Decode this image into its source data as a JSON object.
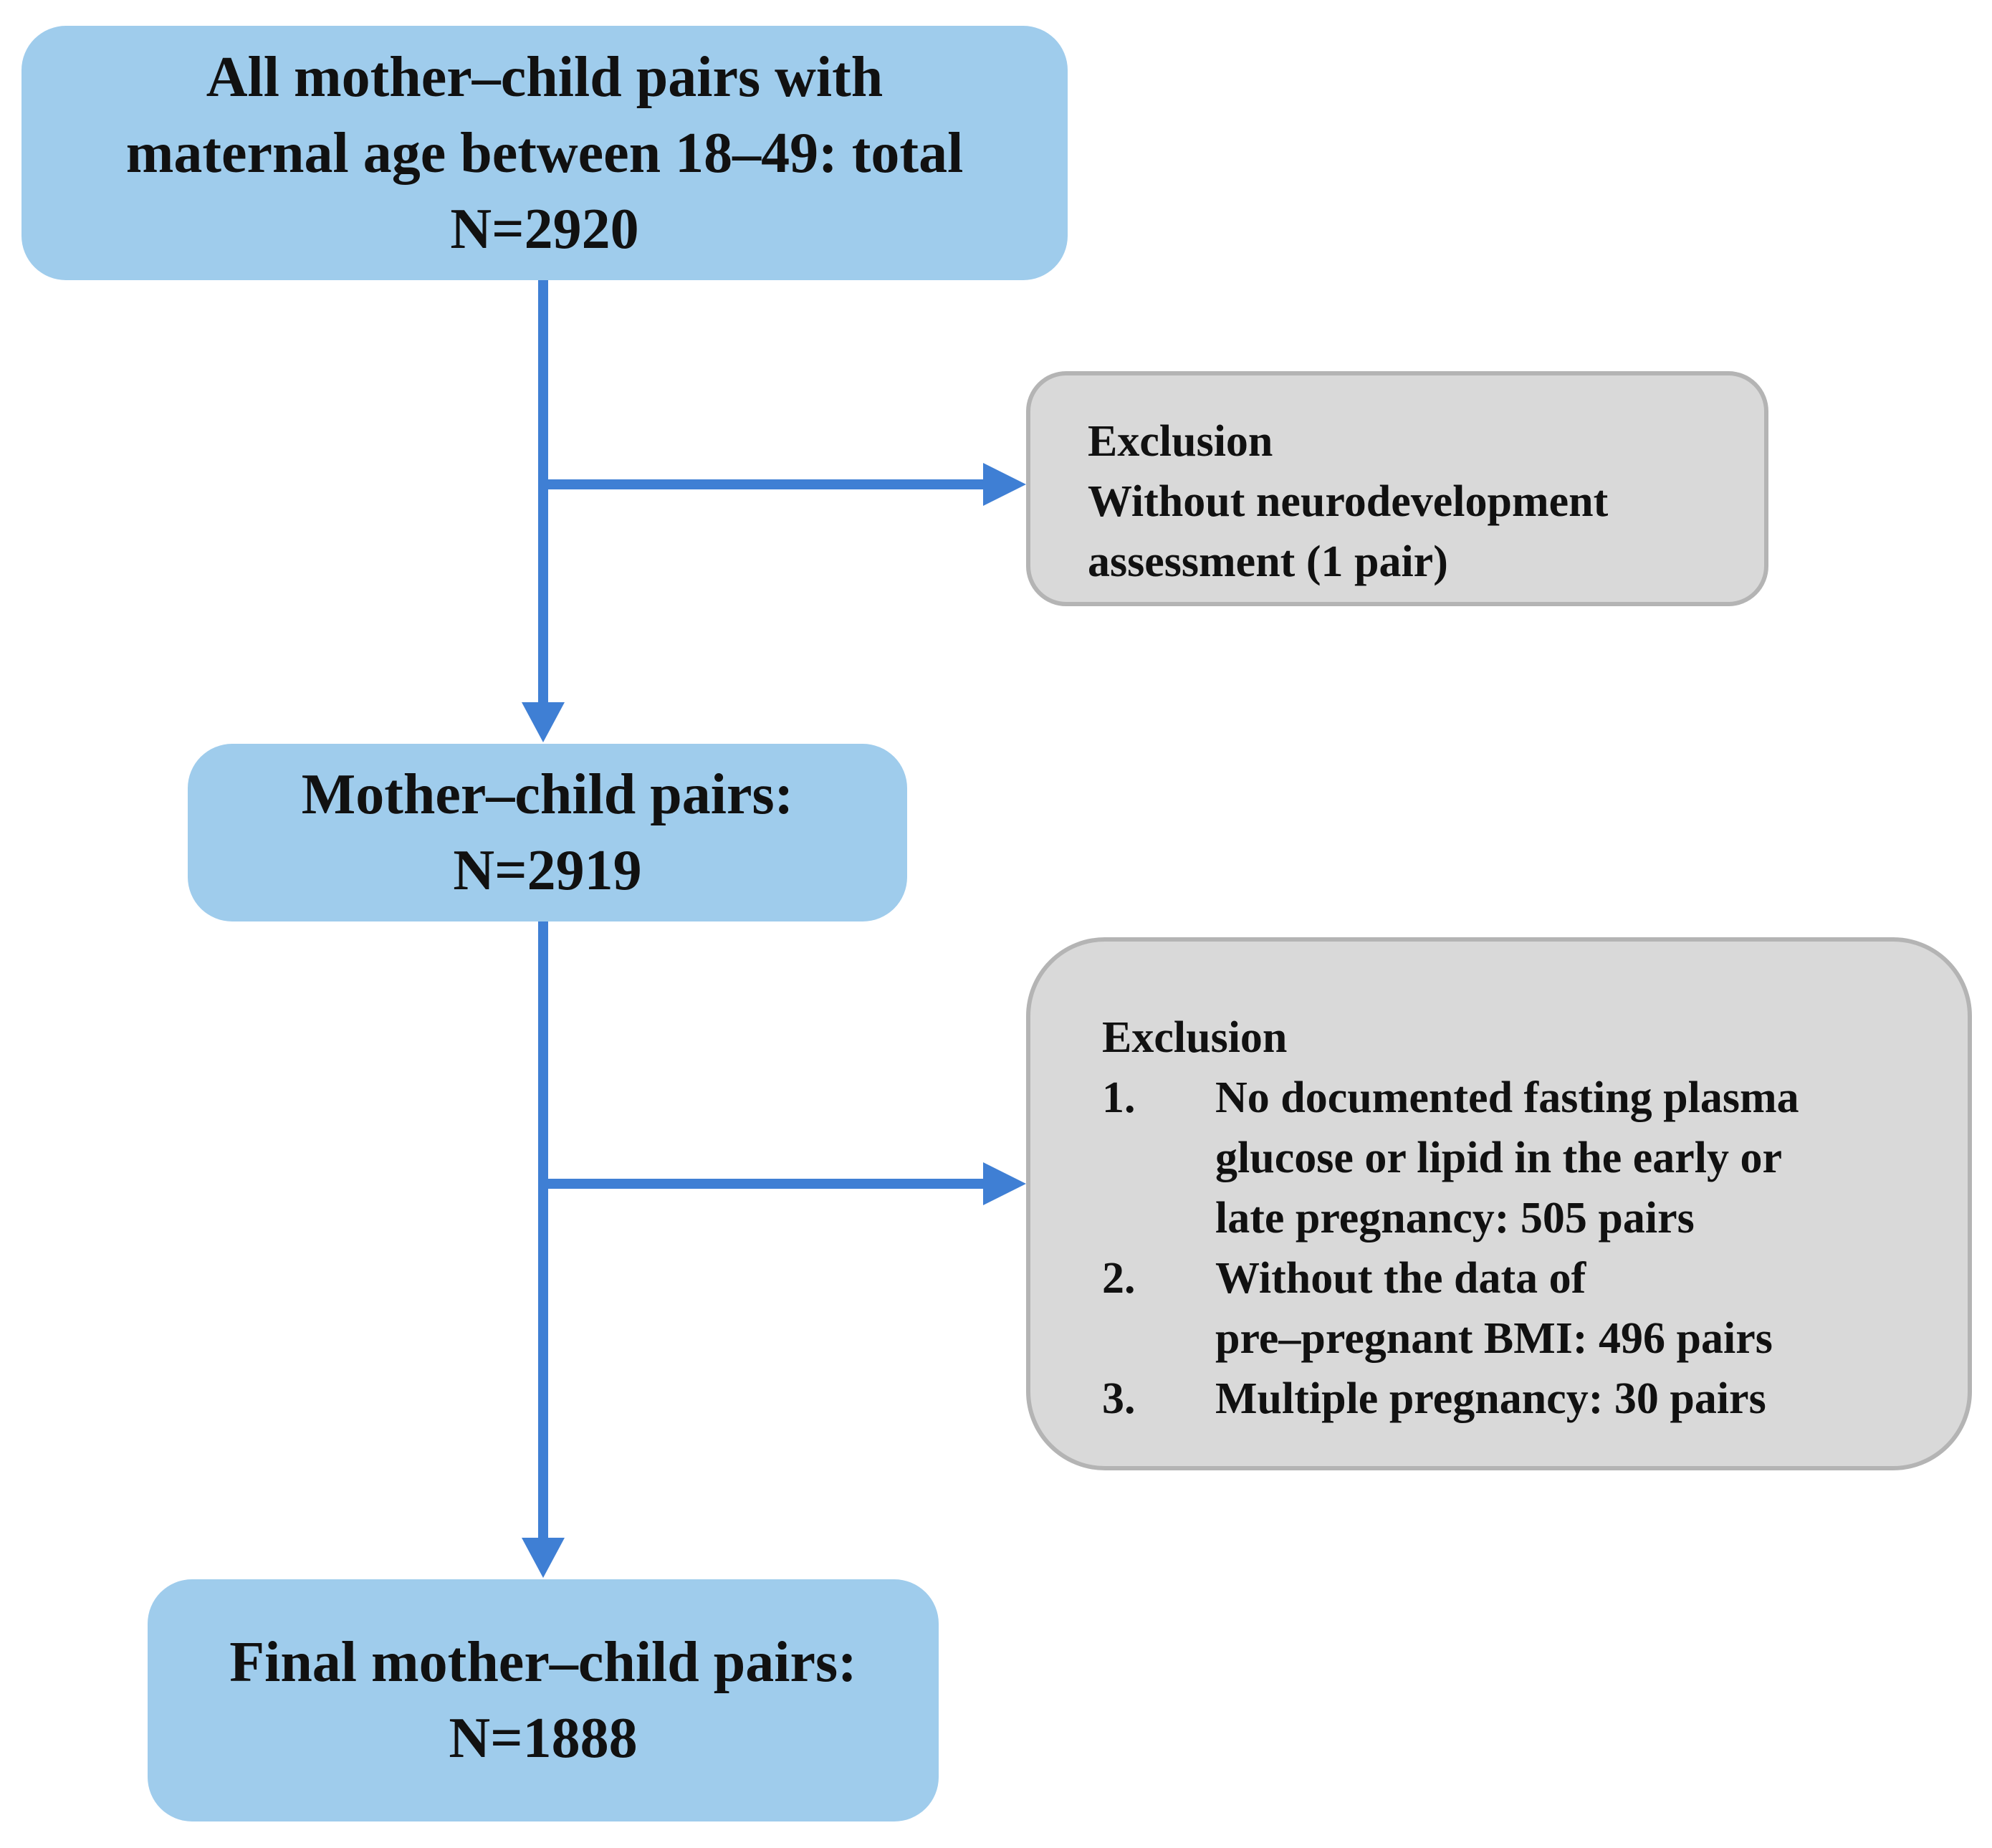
{
  "boxes": {
    "start": {
      "lines": [
        "All mother–child pairs with",
        "maternal age between 18–49: total",
        "N=2920"
      ]
    },
    "mid": {
      "lines": [
        "Mother–child pairs:",
        "N=2919"
      ]
    },
    "final": {
      "lines": [
        "Final mother–child pairs:",
        "N=1888"
      ]
    }
  },
  "exclusions": [
    {
      "heading": "Exclusion",
      "lines": [
        "Without neurodevelopment",
        "assessment (1 pair)"
      ]
    },
    {
      "heading": "Exclusion",
      "items": [
        {
          "number": "1.",
          "lines": [
            "No documented fasting plasma",
            "glucose or lipid in the early or",
            "late pregnancy: 505 pairs"
          ]
        },
        {
          "number": "2.",
          "lines": [
            "Without the data of",
            "pre–pregnant BMI: 496 pairs"
          ]
        },
        {
          "number": "3.",
          "lines": [
            "Multiple pregnancy: 30 pairs"
          ]
        }
      ]
    }
  ],
  "colors": {
    "main_box": "#9fccec",
    "exclusion_box": "#d9d9d9",
    "exclusion_border": "#b4b4b4",
    "arrow": "#3f7fd4"
  }
}
